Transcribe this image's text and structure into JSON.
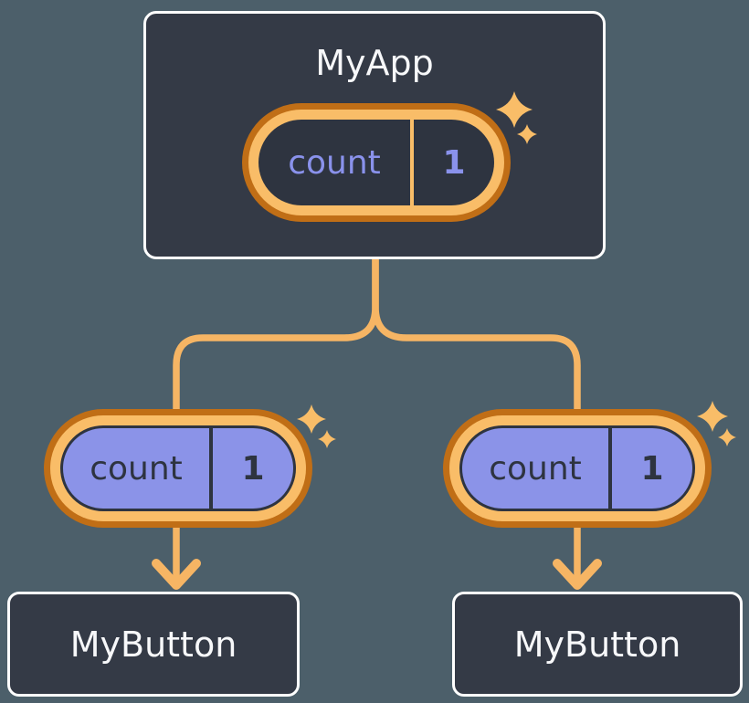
{
  "diagram": {
    "root": {
      "title": "MyApp",
      "state": {
        "label": "count",
        "value": "1"
      }
    },
    "children": [
      {
        "title": "MyButton",
        "state": {
          "label": "count",
          "value": "1"
        }
      },
      {
        "title": "MyButton",
        "state": {
          "label": "count",
          "value": "1"
        }
      }
    ]
  },
  "icons": [
    "sparkle-icon",
    "arrow-down-icon"
  ],
  "colors": {
    "background": "#4C5F6A",
    "card_background": "#343A46",
    "card_border": "#FFFFFF",
    "title_text": "#F7F8FA",
    "connector_orange": "#F6B564",
    "ring_light_orange": "#F9BD68",
    "ring_dark_orange": "#C06E16",
    "pill_purple_fill": "#8B93E8",
    "pill_dark_interior": "#2E3440",
    "state_text_purple": "#8A92EC",
    "state_text_navy": "#2E3440"
  }
}
